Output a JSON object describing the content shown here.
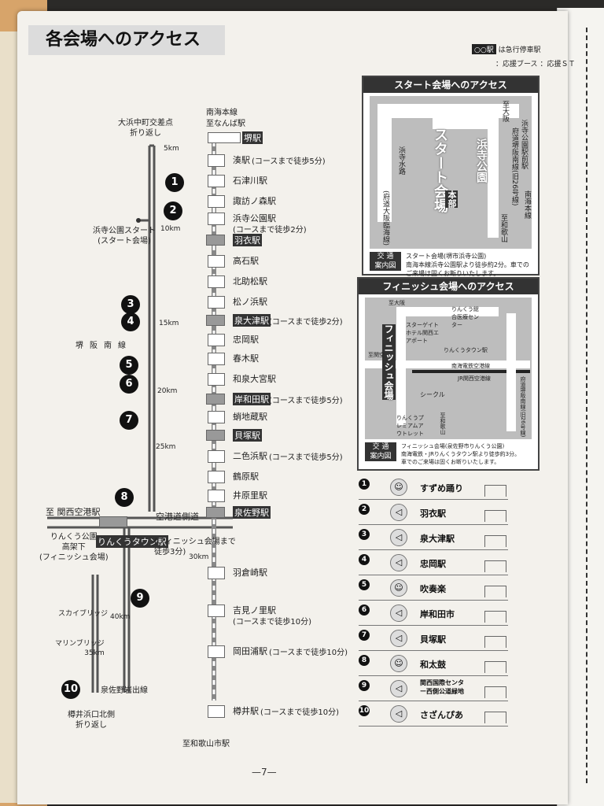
{
  "title": "各会場へのアクセス",
  "legend": {
    "express_box": "○○駅",
    "express_text": "は急行停車駅",
    "booth": "：応援ブース",
    "support": "：応援ＳＴ"
  },
  "course": {
    "top_turn": "大浜中町交差点\n折り返し",
    "start": "浜寺公園スタート\n(スタート会場)",
    "road_mid": "堺阪南線",
    "road_bottom": "空港道側道",
    "finish": "りんくう公園\n高架下\n(フィニッシュ会場)",
    "kansai": "至 関西空港駅",
    "sky_bridge": "スカイブリッジ",
    "marine_bridge": "マリンブリッジ\n35km",
    "izumisano": "泉佐野岩出線",
    "bottom_turn": "樽井浜口北側\n折り返し",
    "km": [
      "5km",
      "10km",
      "15km",
      "20km",
      "25km",
      "30km",
      "40km"
    ]
  },
  "railway": {
    "line": "南海本線",
    "to_namba": "至なんば駅",
    "to_wakayama": "至和歌山市駅",
    "rinku": "りんくうタウン駅",
    "rinku_note": "(フィニッシュ会場まで\n徒歩3分)",
    "stations": [
      {
        "name": "堺駅",
        "exp": true,
        "note": ""
      },
      {
        "name": "湊駅",
        "exp": false,
        "note": "(コースまで徒歩5分)"
      },
      {
        "name": "石津川駅",
        "exp": false,
        "note": ""
      },
      {
        "name": "諏訪ノ森駅",
        "exp": false,
        "note": ""
      },
      {
        "name": "浜寺公園駅",
        "exp": false,
        "note": "(コースまで徒歩2分)"
      },
      {
        "name": "羽衣駅",
        "exp": true,
        "note": ""
      },
      {
        "name": "高石駅",
        "exp": false,
        "note": ""
      },
      {
        "name": "北助松駅",
        "exp": false,
        "note": ""
      },
      {
        "name": "松ノ浜駅",
        "exp": false,
        "note": ""
      },
      {
        "name": "泉大津駅",
        "exp": true,
        "note": "(コースまで徒歩2分)"
      },
      {
        "name": "忠岡駅",
        "exp": false,
        "note": ""
      },
      {
        "name": "春木駅",
        "exp": false,
        "note": ""
      },
      {
        "name": "和泉大宮駅",
        "exp": false,
        "note": ""
      },
      {
        "name": "岸和田駅",
        "exp": true,
        "note": "(コースまで徒歩5分)"
      },
      {
        "name": "蛸地蔵駅",
        "exp": false,
        "note": ""
      },
      {
        "name": "貝塚駅",
        "exp": true,
        "note": ""
      },
      {
        "name": "二色浜駅",
        "exp": false,
        "note": "(コースまで徒歩5分)"
      },
      {
        "name": "鶴原駅",
        "exp": false,
        "note": ""
      },
      {
        "name": "井原里駅",
        "exp": false,
        "note": ""
      },
      {
        "name": "泉佐野駅",
        "exp": true,
        "note": ""
      },
      {
        "name": "羽倉崎駅",
        "exp": false,
        "note": ""
      },
      {
        "name": "吉見ノ里駅",
        "exp": false,
        "note": "(コースまで徒歩10分)"
      },
      {
        "name": "岡田浦駅",
        "exp": false,
        "note": "(コースまで徒歩10分)"
      },
      {
        "name": "樽井駅",
        "exp": false,
        "note": "(コースまで徒歩10分)"
      }
    ]
  },
  "start_map": {
    "header": "スタート会場へのアクセス",
    "big": "スタート会場",
    "park": "浜寺公園",
    "hq": "本部",
    "roads": [
      "至大阪",
      "府道堺阪南線(旧26号線)",
      "浜寺公園駅前駅",
      "南海本線",
      "至和歌山",
      "浜寺水路",
      "(府道大阪臨海線)"
    ],
    "info_label": "交 通\n案内図",
    "info_text": "スタート会場(堺市浜寺公園)\n南海本線浜寺公園駅より徒歩約2分。車でのご来場は固くお断りいたします。"
  },
  "finish_map": {
    "header": "フィニッシュ会場へのアクセス",
    "big": "フィニッシュ会場",
    "places": [
      "スターゲイトホテル関西エアポート",
      "りんくう総合医療センター",
      "りんくうタウン駅",
      "南海電鉄空港線",
      "JR関西空港線",
      "シークル",
      "りんくうプレミアムアウトレット",
      "府道堺阪南線(旧26号線)",
      "至和歌山",
      "至関空",
      "至大阪"
    ],
    "info_label": "交 通\n案内図",
    "info_text": "フィニッシュ会場(泉佐野市りんくう公園)\n南海電鉄・JRりんくうタウン駅より徒歩約3分。\n車でのご来場は固くお断りいたします。"
  },
  "spots": [
    {
      "no": "1",
      "icon": "smile",
      "name": "すずめ踊り"
    },
    {
      "no": "2",
      "icon": "horn",
      "name": "羽衣駅"
    },
    {
      "no": "3",
      "icon": "horn",
      "name": "泉大津駅"
    },
    {
      "no": "4",
      "icon": "horn",
      "name": "忠岡駅"
    },
    {
      "no": "5",
      "icon": "smile",
      "name": "吹奏楽"
    },
    {
      "no": "6",
      "icon": "horn",
      "name": "岸和田市"
    },
    {
      "no": "7",
      "icon": "horn",
      "name": "貝塚駅"
    },
    {
      "no": "8",
      "icon": "smile",
      "name": "和太鼓"
    },
    {
      "no": "9",
      "icon": "horn",
      "name": "関西国際センター西側公道緑地"
    },
    {
      "no": "10",
      "icon": "horn",
      "name": "さざんぴあ"
    }
  ],
  "page_no": "—7—"
}
